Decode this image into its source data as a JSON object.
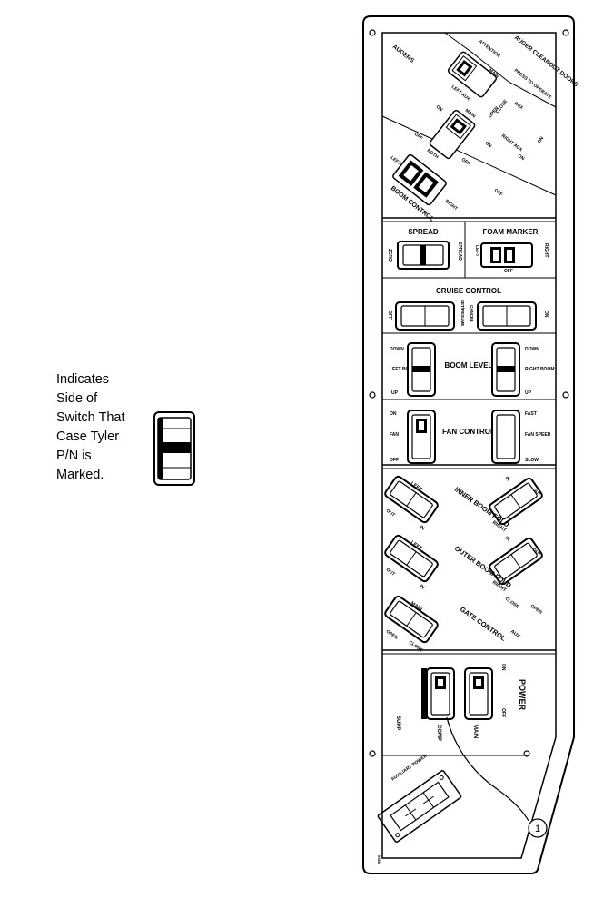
{
  "legend": {
    "lines": [
      "Indicates",
      "Side of",
      "Switch That",
      "Case Tyler",
      "P/N is",
      "Marked."
    ]
  },
  "callout": {
    "number": "1"
  },
  "panel": {
    "auger": {
      "title": "AUGER CLEANOUT DOORS",
      "attention": "ATTENTION",
      "warning_note": "PRESS TO OPERATE",
      "augers_label": "AUGERS",
      "left_aux": "LEFT AUX",
      "main_top": "MAIN",
      "open": "OPEN",
      "close": "CLOSE",
      "aux": "AUX",
      "main_mid": "MAIN",
      "on_mid": "ON",
      "on_left": "ON",
      "off_mid": "OFF",
      "right_aux": "RIGHT AUX",
      "on_right": "ON",
      "off_right": "OFF",
      "off_main": "OFF",
      "left": "LEFT",
      "both": "BOTH",
      "right": "RIGHT",
      "boom_control": "BOOM CONTROL"
    },
    "spread": {
      "title": "SPREAD",
      "left": "ZERO",
      "right": "SPREAD"
    },
    "foam": {
      "title": "FOAM MARKER",
      "left": "LEFT",
      "right": "RIGHT",
      "off": "OFF"
    },
    "cruise": {
      "title": "CRUISE CONTROL",
      "l1": "OFF",
      "l2": "SET/RESUME",
      "r1": "CANCEL",
      "r2": "ON"
    },
    "boom_level": {
      "title": "BOOM LEVEL",
      "down_l": "DOWN",
      "left_boom": "LEFT BOOM",
      "up_l": "UP",
      "down_r": "DOWN",
      "right_boom": "RIGHT BOOM",
      "up_r": "UP"
    },
    "fan": {
      "title": "FAN CONTROL",
      "on": "ON",
      "fan": "FAN",
      "off": "OFF",
      "fast": "FAST",
      "fan_speed": "FAN SPEED",
      "slow": "SLOW"
    },
    "inner": {
      "title": "INNER BOOM FOLD",
      "left": "LEFT",
      "out_l": "OUT",
      "in_l": "IN",
      "in_r": "IN",
      "out_r": "OUT",
      "right": "RIGHT"
    },
    "outer": {
      "title": "OUTER BOOM FOLD",
      "left": "LEFT",
      "out_l": "OUT",
      "in_l": "IN",
      "in_r": "IN",
      "out_r": "OUT",
      "right": "RIGHT"
    },
    "gate": {
      "title": "GATE CONTROL",
      "main": "MAIN",
      "open_l": "OPEN",
      "close_l": "CLOSE",
      "close_r": "CLOSE",
      "open_r": "OPEN",
      "aux": "AUX"
    },
    "power": {
      "title": "POWER",
      "on": "ON",
      "off": "OFF",
      "supp": "SUPP",
      "comp": "COMP",
      "main": "MAIN"
    },
    "bottom": {
      "label": "AUXILIARY POWER",
      "code": "0468"
    }
  }
}
